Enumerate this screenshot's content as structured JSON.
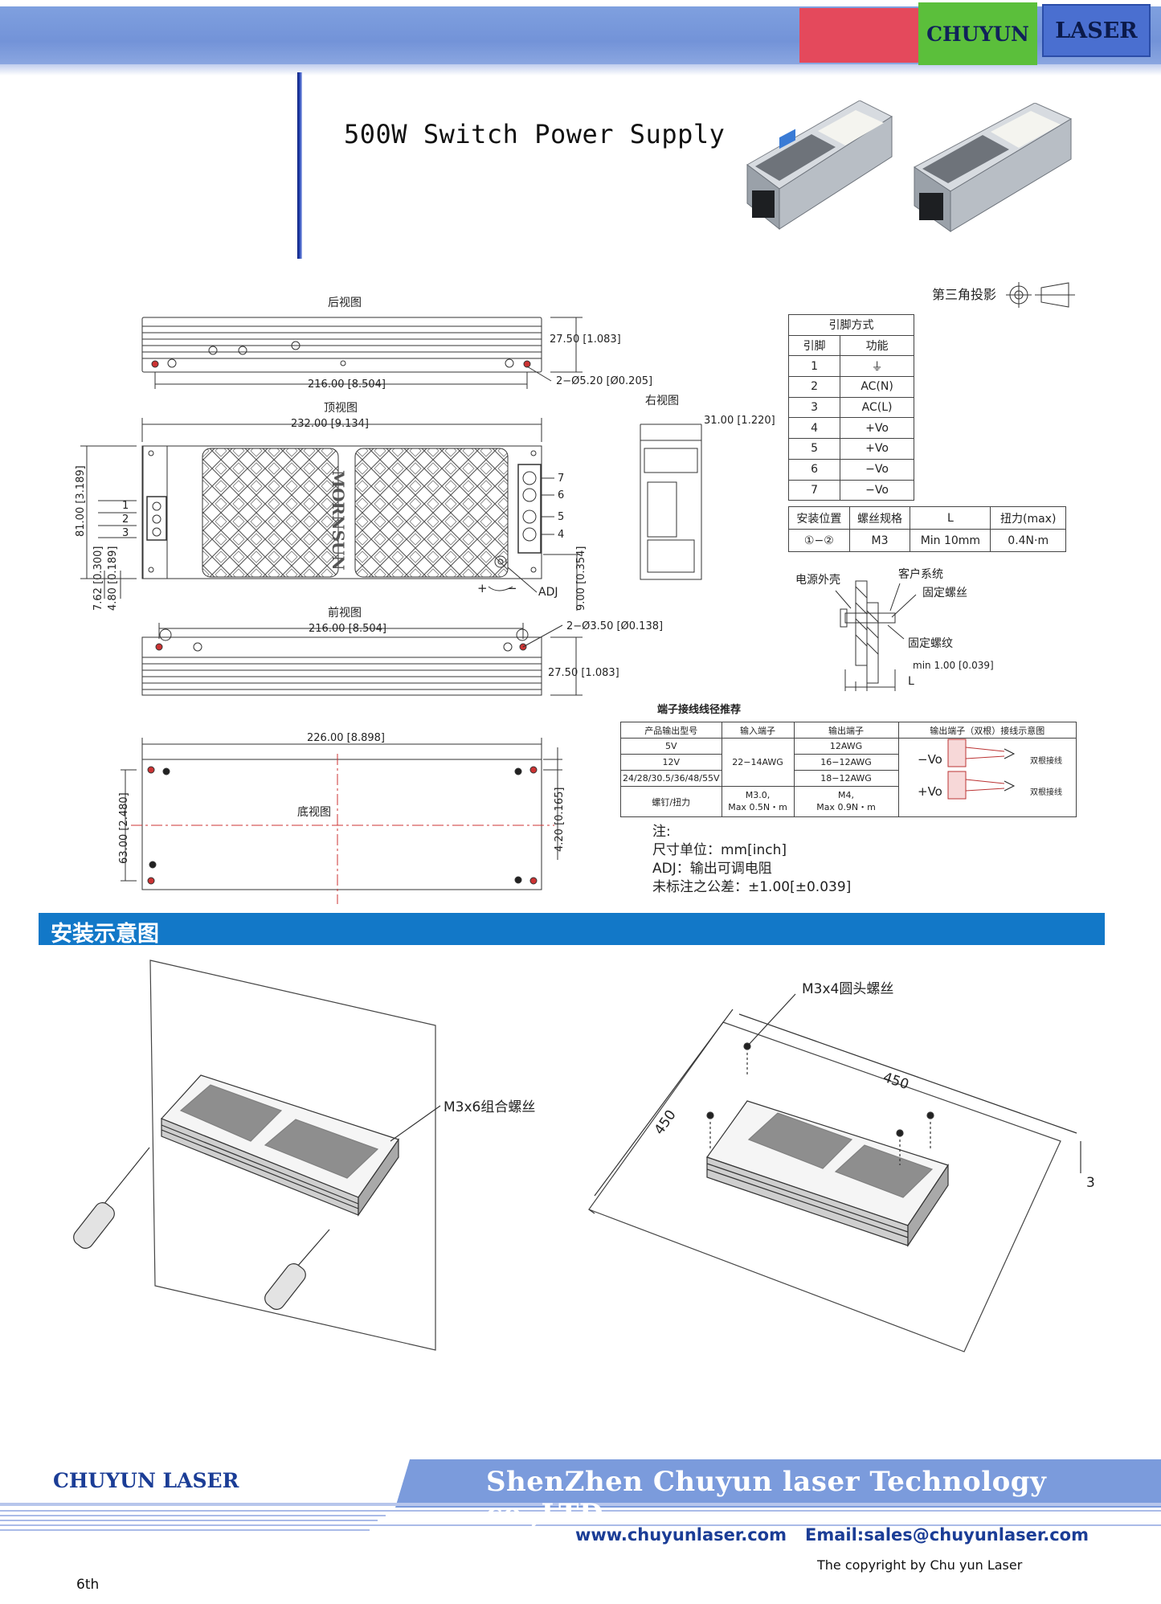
{
  "header": {
    "brand_left": "CHUYUN",
    "brand_right": "LASER",
    "colors": {
      "band": "#7fa0df",
      "red": "#e4495c",
      "green": "#5bbf3b",
      "blue": "#4a6fd0"
    }
  },
  "page_title": "500W Switch Power Supply",
  "drawing": {
    "projection_label": "第三角投影",
    "views": {
      "rear": "后视图",
      "top": "顶视图",
      "right": "右视图",
      "front": "前视图",
      "bottom": "底视图"
    },
    "dimensions": {
      "rear_height": "27.50 [1.083]",
      "rear_width": "216.00 [8.504]",
      "rear_holes": "2−Ø5.20 [Ø0.205]",
      "top_length": "232.00 [9.134]",
      "top_width": "81.00 [3.189]",
      "top_offset_a": "7.62 [0.300]",
      "top_offset_b": "4.80 [0.189]",
      "adj_offset": "9.00 [0.354]",
      "right_depth": "31.00 [1.220]",
      "front_width": "216.00 [8.504]",
      "front_holes": "2−Ø3.50 [Ø0.138]",
      "front_height": "27.50 [1.083]",
      "bottom_length": "226.00 [8.898]",
      "bottom_width": "63.00 [2.480]",
      "bottom_offset": "4.20 [0.165]"
    },
    "adj_label": "ADJ",
    "plus": "+",
    "minus": "−",
    "brand_mark": "MORNSUN",
    "pin_labels_left": [
      "1",
      "2",
      "3"
    ],
    "pin_labels_right": [
      "7",
      "6",
      "5",
      "4"
    ],
    "pin_table": {
      "title": "引脚方式",
      "headers": [
        "引脚",
        "功能"
      ],
      "rows": [
        [
          "1",
          "⏚"
        ],
        [
          "2",
          "AC(N)"
        ],
        [
          "3",
          "AC(L)"
        ],
        [
          "4",
          "+Vo"
        ],
        [
          "5",
          "+Vo"
        ],
        [
          "6",
          "−Vo"
        ],
        [
          "7",
          "−Vo"
        ]
      ]
    },
    "mount_table": {
      "headers": [
        "安装位置",
        "螺丝规格",
        "L",
        "扭力(max)"
      ],
      "row": [
        "①−②",
        "M3",
        "Min 10mm",
        "0.4N·m"
      ]
    },
    "screw_detail": {
      "shell": "电源外壳",
      "customer": "客户系统",
      "fix_screw": "固定螺丝",
      "fix_thread": "固定螺纹",
      "min": "min 1.00 [0.039]",
      "l": "L"
    },
    "wire_table": {
      "title": "端子接线线径推荐",
      "headers": [
        "产品输出型号",
        "输入端子",
        "输出端子",
        "输出端子（双根）接线示意图"
      ],
      "rows": [
        [
          "5V",
          "22−14AWG",
          "12AWG"
        ],
        [
          "12V",
          "",
          "16−12AWG"
        ],
        [
          "24/28/30.5/36/48/55V",
          "",
          "18−12AWG"
        ],
        [
          "螺钉/扭力",
          "M3.0,\nMax 0.5N・m",
          "M4,\nMax 0.9N・m"
        ]
      ],
      "diagram": {
        "neg": "−Vo",
        "pos": "+Vo",
        "double": "双根接线"
      }
    },
    "notes": {
      "title": "注:",
      "unit": "尺寸单位：mm[inch]",
      "adj": "ADJ：输出可调电阻",
      "tolerance": "未标注之公差：±1.00[±0.039]"
    }
  },
  "install": {
    "title": "安装示意图",
    "left_screw": "M3x6组合螺丝",
    "right_screw": "M3x4圆头螺丝",
    "plate_w": "450",
    "plate_h": "450",
    "plate_t": "3"
  },
  "footer": {
    "brand": "CHUYUN LASER",
    "company": "ShenZhen Chuyun laser Technology co.,LTD",
    "website": "www.chuyunlaser.com",
    "email": "Email:sales@chuyunlaser.com",
    "copyright": "The copyright by Chu yun Laser",
    "page": "6th"
  }
}
